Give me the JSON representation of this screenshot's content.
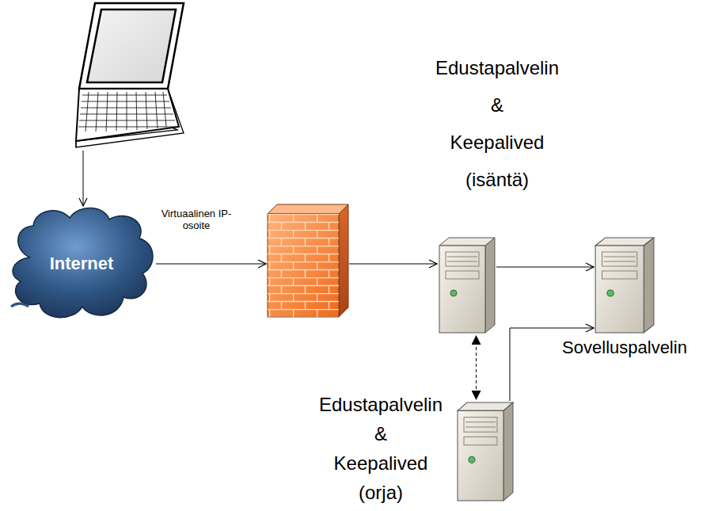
{
  "diagram": {
    "nodes": [
      {
        "text": [
          "Internet"
        ]
      },
      {
        "text": [
          "Edustapalvelin & Keepalived (isäntä)"
        ]
      },
      {
        "text": [
          "Sovelluspalvelin"
        ]
      },
      {
        "text": [
          "Edustapalvelin & Keepalived (orja)"
        ]
      }
    ],
    "edges": [
      {
        "from": 1,
        "to": 2,
        "arrow": "to"
      },
      {
        "from": 3,
        "to": 2,
        "arrow": "to"
      },
      {
        "from": 1,
        "to": 3,
        "arrow": "both"
      }
    ],
    "labels": [
      "Virtuaalinen IP-osoite"
    ]
  }
}
